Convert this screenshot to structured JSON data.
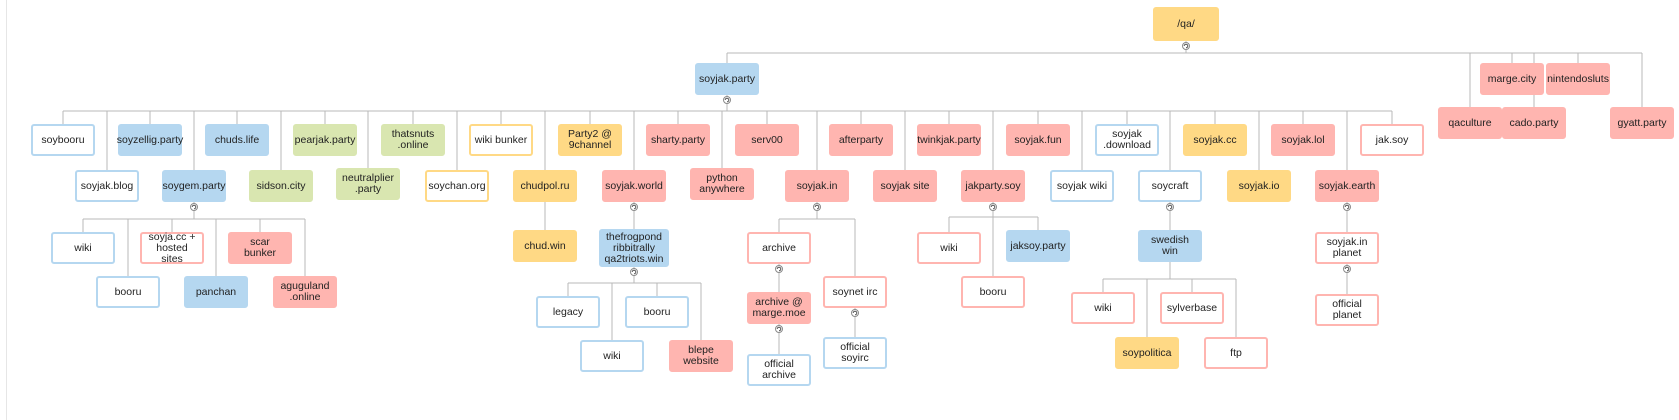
{
  "colors": {
    "root": "#ffd985",
    "blue": "#b5d7f0",
    "red": "#ffb5b0",
    "green": "#d9e6b0",
    "yellow": "#ffd985",
    "edge": "#b9b9b9"
  },
  "nodes": [
    {
      "id": "qa",
      "label": "/qa/",
      "style": "root"
    },
    {
      "id": "soyjak-party",
      "label": "soyjak.party",
      "style": "blue"
    },
    {
      "id": "marge-city",
      "label": "marge.city",
      "style": "red"
    },
    {
      "id": "nintendosluts",
      "label": "nintendosluts",
      "style": "red"
    },
    {
      "id": "qaculture",
      "label": "qaculture",
      "style": "red"
    },
    {
      "id": "cado-party",
      "label": "cado.party",
      "style": "red"
    },
    {
      "id": "gyatt-party",
      "label": "gyatt.party",
      "style": "red"
    },
    {
      "id": "soybooru",
      "label": "soybooru",
      "style": "blue-o"
    },
    {
      "id": "soyjak-blog",
      "label": "soyjak.blog",
      "style": "blue-o"
    },
    {
      "id": "soyzellig-party",
      "label": "soyzellig.party",
      "style": "blue"
    },
    {
      "id": "soygem-party",
      "label": "soygem.party",
      "style": "blue"
    },
    {
      "id": "chuds-life",
      "label": "chuds.life",
      "style": "blue"
    },
    {
      "id": "sidson-city",
      "label": "sidson.city",
      "style": "green"
    },
    {
      "id": "pearjak-party",
      "label": "pearjak.party",
      "style": "green"
    },
    {
      "id": "neutralplier-party",
      "label": "neutralplier\n.party",
      "style": "green"
    },
    {
      "id": "thatsnuts-online",
      "label": "thatsnuts\n.online",
      "style": "green"
    },
    {
      "id": "soychan-org",
      "label": "soychan.org",
      "style": "yellow-o"
    },
    {
      "id": "wiki-bunker",
      "label": "wiki bunker",
      "style": "yellow-o"
    },
    {
      "id": "chudpol-ru",
      "label": "chudpol.ru",
      "style": "yellow"
    },
    {
      "id": "party2-9channel",
      "label": "Party2 @\n9channel",
      "style": "yellow"
    },
    {
      "id": "chud-win",
      "label": "chud.win",
      "style": "yellow"
    },
    {
      "id": "soyjak-world",
      "label": "soyjak.world",
      "style": "red"
    },
    {
      "id": "sharty-party",
      "label": "sharty.party",
      "style": "red"
    },
    {
      "id": "python-anywhere",
      "label": "python\nanywhere",
      "style": "red"
    },
    {
      "id": "serv00",
      "label": "serv00",
      "style": "red"
    },
    {
      "id": "soyjak-in",
      "label": "soyjak.in",
      "style": "red"
    },
    {
      "id": "afterparty",
      "label": "afterparty",
      "style": "red"
    },
    {
      "id": "soyjak-site",
      "label": "soyjak site",
      "style": "red"
    },
    {
      "id": "twinkjak-party",
      "label": "twinkjak.party",
      "style": "red"
    },
    {
      "id": "jakparty-soy",
      "label": "jakparty.soy",
      "style": "red"
    },
    {
      "id": "soyjak-fun",
      "label": "soyjak.fun",
      "style": "red"
    },
    {
      "id": "soyjak-wiki",
      "label": "soyjak wiki",
      "style": "blue-o"
    },
    {
      "id": "soyjak-download",
      "label": "soyjak\n.download",
      "style": "blue-o"
    },
    {
      "id": "soycraft",
      "label": "soycraft",
      "style": "blue-o"
    },
    {
      "id": "soyjak-cc",
      "label": "soyjak.cc",
      "style": "yellow"
    },
    {
      "id": "soyjak-io",
      "label": "soyjak.io",
      "style": "yellow"
    },
    {
      "id": "soyjak-lol",
      "label": "soyjak.lol",
      "style": "red"
    },
    {
      "id": "soyjak-earth",
      "label": "soyjak.earth",
      "style": "red"
    },
    {
      "id": "jak-soy",
      "label": "jak.soy",
      "style": "red-o"
    },
    {
      "id": "sg-wiki",
      "label": "wiki",
      "style": "blue-o"
    },
    {
      "id": "sg-booru",
      "label": "booru",
      "style": "blue-o"
    },
    {
      "id": "soyja-cc",
      "label": "soyja.cc +\nhosted sites",
      "style": "red-o"
    },
    {
      "id": "panchan",
      "label": "panchan",
      "style": "blue"
    },
    {
      "id": "scar-bunker",
      "label": "scar bunker",
      "style": "red"
    },
    {
      "id": "aguguland-online",
      "label": "aguguland\n.online",
      "style": "red"
    },
    {
      "id": "thefrogpond",
      "label": "thefrogpond\nribbitrally\nqa2triots.win",
      "style": "blue"
    },
    {
      "id": "fp-legacy",
      "label": "legacy",
      "style": "blue-o"
    },
    {
      "id": "fp-wiki",
      "label": "wiki",
      "style": "blue-o"
    },
    {
      "id": "fp-booru",
      "label": "booru",
      "style": "blue-o"
    },
    {
      "id": "blepe-website",
      "label": "blepe website",
      "style": "red"
    },
    {
      "id": "si-archive",
      "label": "archive",
      "style": "red-o"
    },
    {
      "id": "archive-marge",
      "label": "archive @\nmarge.moe",
      "style": "red"
    },
    {
      "id": "official-archive",
      "label": "official\narchive",
      "style": "blue-o"
    },
    {
      "id": "soynet-irc",
      "label": "soynet irc",
      "style": "red-o"
    },
    {
      "id": "official-soyirc",
      "label": "official soyirc",
      "style": "blue-o"
    },
    {
      "id": "jp-wiki",
      "label": "wiki",
      "style": "red-o"
    },
    {
      "id": "jp-booru",
      "label": "booru",
      "style": "red-o"
    },
    {
      "id": "jaksoy-party",
      "label": "jaksoy.party",
      "style": "blue"
    },
    {
      "id": "swedish-win",
      "label": "swedish win",
      "style": "blue"
    },
    {
      "id": "sw-wiki",
      "label": "wiki",
      "style": "red-o"
    },
    {
      "id": "soypolitica",
      "label": "soypolitica",
      "style": "yellow"
    },
    {
      "id": "sylverbase",
      "label": "sylverbase",
      "style": "red-o"
    },
    {
      "id": "ftp",
      "label": "ftp",
      "style": "red-o"
    },
    {
      "id": "soyjak-in-planet",
      "label": "soyjak.in\nplanet",
      "style": "red-o"
    },
    {
      "id": "official-planet",
      "label": "official planet",
      "style": "red-o"
    }
  ],
  "edges": [
    [
      "qa",
      "soyjak-party"
    ],
    [
      "qa",
      "marge-city"
    ],
    [
      "qa",
      "nintendosluts"
    ],
    [
      "qa",
      "qaculture"
    ],
    [
      "qa",
      "cado-party"
    ],
    [
      "qa",
      "gyatt-party"
    ],
    [
      "soyjak-party",
      "soybooru"
    ],
    [
      "soyjak-party",
      "soyjak-blog"
    ],
    [
      "soyjak-party",
      "soyzellig-party"
    ],
    [
      "soyjak-party",
      "soygem-party"
    ],
    [
      "soyjak-party",
      "chuds-life"
    ],
    [
      "soyjak-party",
      "sidson-city"
    ],
    [
      "soyjak-party",
      "pearjak-party"
    ],
    [
      "soyjak-party",
      "neutralplier-party"
    ],
    [
      "soyjak-party",
      "thatsnuts-online"
    ],
    [
      "soyjak-party",
      "soychan-org"
    ],
    [
      "soyjak-party",
      "wiki-bunker"
    ],
    [
      "soyjak-party",
      "chudpol-ru"
    ],
    [
      "soyjak-party",
      "party2-9channel"
    ],
    [
      "soyjak-party",
      "soyjak-world"
    ],
    [
      "soyjak-party",
      "sharty-party"
    ],
    [
      "soyjak-party",
      "python-anywhere"
    ],
    [
      "soyjak-party",
      "serv00"
    ],
    [
      "soyjak-party",
      "soyjak-in"
    ],
    [
      "soyjak-party",
      "afterparty"
    ],
    [
      "soyjak-party",
      "soyjak-site"
    ],
    [
      "soyjak-party",
      "twinkjak-party"
    ],
    [
      "soyjak-party",
      "jakparty-soy"
    ],
    [
      "soyjak-party",
      "soyjak-fun"
    ],
    [
      "soyjak-party",
      "soyjak-wiki"
    ],
    [
      "soyjak-party",
      "soyjak-download"
    ],
    [
      "soyjak-party",
      "soycraft"
    ],
    [
      "soyjak-party",
      "soyjak-cc"
    ],
    [
      "soyjak-party",
      "soyjak-io"
    ],
    [
      "soyjak-party",
      "soyjak-lol"
    ],
    [
      "soyjak-party",
      "soyjak-earth"
    ],
    [
      "soyjak-party",
      "jak-soy"
    ],
    [
      "soygem-party",
      "sg-wiki"
    ],
    [
      "soygem-party",
      "sg-booru"
    ],
    [
      "soygem-party",
      "soyja-cc"
    ],
    [
      "soygem-party",
      "panchan"
    ],
    [
      "soygem-party",
      "scar-bunker"
    ],
    [
      "soygem-party",
      "aguguland-online"
    ],
    [
      "chudpol-ru",
      "chud-win"
    ],
    [
      "soyjak-world",
      "thefrogpond"
    ],
    [
      "thefrogpond",
      "fp-legacy"
    ],
    [
      "thefrogpond",
      "fp-wiki"
    ],
    [
      "thefrogpond",
      "fp-booru"
    ],
    [
      "thefrogpond",
      "blepe-website"
    ],
    [
      "soyjak-in",
      "si-archive"
    ],
    [
      "soyjak-in",
      "soynet-irc"
    ],
    [
      "si-archive",
      "archive-marge"
    ],
    [
      "archive-marge",
      "official-archive"
    ],
    [
      "soynet-irc",
      "official-soyirc"
    ],
    [
      "jakparty-soy",
      "jp-wiki"
    ],
    [
      "jakparty-soy",
      "jp-booru"
    ],
    [
      "jakparty-soy",
      "jaksoy-party"
    ],
    [
      "soycraft",
      "swedish-win"
    ],
    [
      "swedish-win",
      "sw-wiki"
    ],
    [
      "swedish-win",
      "soypolitica"
    ],
    [
      "swedish-win",
      "sylverbase"
    ],
    [
      "swedish-win",
      "ftp"
    ],
    [
      "soyjak-earth",
      "soyjak-in-planet"
    ],
    [
      "soyjak-in-planet",
      "official-planet"
    ]
  ]
}
